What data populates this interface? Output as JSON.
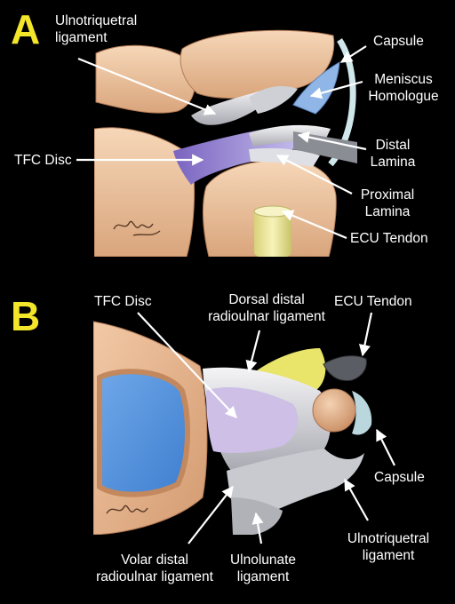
{
  "panel_a": {
    "letter": "A",
    "labels": {
      "ulnotriquetral": [
        "Ulnotriquetral",
        "ligament"
      ],
      "capsule": "Capsule",
      "meniscus": [
        "Meniscus",
        "Homologue"
      ],
      "tfc_disc": "TFC Disc",
      "distal_lamina": [
        "Distal",
        "Lamina"
      ],
      "proximal_lamina": [
        "Proximal",
        "Lamina"
      ],
      "ecu_tendon": "ECU Tendon"
    }
  },
  "panel_b": {
    "letter": "B",
    "labels": {
      "tfc_disc": "TFC Disc",
      "dorsal_distal": [
        "Dorsal distal",
        "radioulnar ligament"
      ],
      "ecu_tendon": "ECU Tendon",
      "capsule": "Capsule",
      "ulnotriquetral": [
        "Ulnotriquetral",
        "ligament"
      ],
      "ulnolunate": [
        "Ulnolunate",
        "ligament"
      ],
      "volar_distal": [
        "Volar distal",
        "radioulnar ligament"
      ]
    }
  },
  "colors": {
    "background": "#000000",
    "panel_letter": "#f2e52a",
    "bone": "#f2c9a6",
    "tfc_disc": "#9b8ad0",
    "meniscus": "#8fb6e6",
    "ecu_tendon": "#ece79a"
  }
}
